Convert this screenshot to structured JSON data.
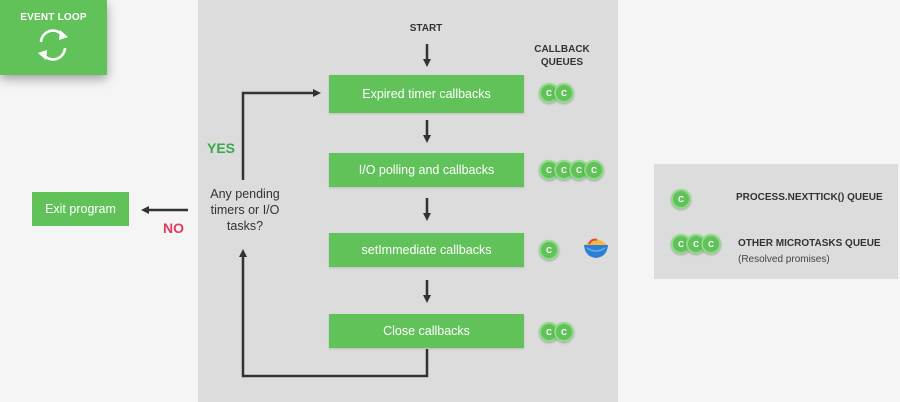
{
  "badge": {
    "title": "EVENT LOOP",
    "icon": "cycle-arrows-icon"
  },
  "start_label": "START",
  "callback_queues_label": [
    "CALLBACK",
    "QUEUES"
  ],
  "phases": [
    {
      "label": "Expired timer callbacks",
      "queue_count": 2
    },
    {
      "label": "I/O polling and callbacks",
      "queue_count": 4
    },
    {
      "label": "setImmediate callbacks",
      "queue_count": 1
    },
    {
      "label": "Close callbacks",
      "queue_count": 2
    }
  ],
  "decision": [
    "Any pending",
    "timers or I/O",
    "tasks?"
  ],
  "yes_label": "YES",
  "no_label": "NO",
  "exit_label": "Exit program",
  "callback_symbol": "C",
  "legend": {
    "nexttick_label": "PROCESS.NEXTTICK() QUEUE",
    "nexttick_count": 1,
    "microtasks_label": "OTHER MICROTASKS QUEUE",
    "microtasks_sub": "(Resolved promises)",
    "microtasks_count": 3
  },
  "colors": {
    "green": "#62c25a",
    "yes": "#3aa84a",
    "no": "#e23a5e",
    "panel": "#dcdcdc"
  }
}
